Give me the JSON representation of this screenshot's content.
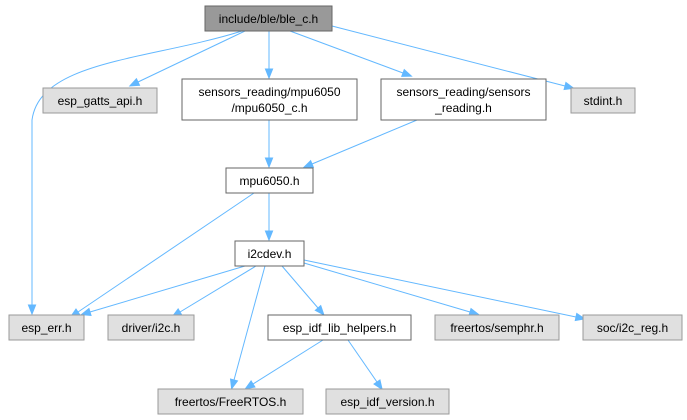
{
  "nodes": {
    "ble_c": {
      "label": "include/ble/ble_c.h",
      "kind": "root"
    },
    "esp_gatts_api": {
      "label": "esp_gatts_api.h",
      "kind": "external"
    },
    "mpu6050_c": {
      "label": "sensors_reading/mpu6050/mpu6050_c.h",
      "lines": [
        "sensors_reading/mpu6050",
        "/mpu6050_c.h"
      ],
      "kind": "local"
    },
    "sensors_reading": {
      "label": "sensors_reading/sensors_reading.h",
      "lines": [
        "sensors_reading/sensors",
        "_reading.h"
      ],
      "kind": "local"
    },
    "stdint": {
      "label": "stdint.h",
      "kind": "external"
    },
    "mpu6050": {
      "label": "mpu6050.h",
      "kind": "local"
    },
    "i2cdev": {
      "label": "i2cdev.h",
      "kind": "local"
    },
    "esp_err": {
      "label": "esp_err.h",
      "kind": "external"
    },
    "driver_i2c": {
      "label": "driver/i2c.h",
      "kind": "external"
    },
    "esp_idf_lib_helpers": {
      "label": "esp_idf_lib_helpers.h",
      "kind": "local"
    },
    "freertos_semphr": {
      "label": "freertos/semphr.h",
      "kind": "external"
    },
    "soc_i2c_reg": {
      "label": "soc/i2c_reg.h",
      "kind": "external"
    },
    "freertos_FreeRTOS": {
      "label": "freertos/FreeRTOS.h",
      "kind": "external"
    },
    "esp_idf_version": {
      "label": "esp_idf_version.h",
      "kind": "external"
    }
  },
  "edges": [
    [
      "ble_c",
      "esp_err"
    ],
    [
      "ble_c",
      "esp_gatts_api"
    ],
    [
      "ble_c",
      "mpu6050_c"
    ],
    [
      "ble_c",
      "sensors_reading"
    ],
    [
      "ble_c",
      "stdint"
    ],
    [
      "mpu6050_c",
      "mpu6050"
    ],
    [
      "sensors_reading",
      "mpu6050"
    ],
    [
      "mpu6050",
      "esp_err"
    ],
    [
      "mpu6050",
      "i2cdev"
    ],
    [
      "i2cdev",
      "esp_err"
    ],
    [
      "i2cdev",
      "driver_i2c"
    ],
    [
      "i2cdev",
      "esp_idf_lib_helpers"
    ],
    [
      "i2cdev",
      "freertos_semphr"
    ],
    [
      "i2cdev",
      "soc_i2c_reg"
    ],
    [
      "i2cdev",
      "freertos_FreeRTOS"
    ],
    [
      "esp_idf_lib_helpers",
      "freertos_FreeRTOS"
    ],
    [
      "esp_idf_lib_helpers",
      "esp_idf_version"
    ]
  ],
  "colors": {
    "edge": "#63b8ff",
    "root_fill": "#999999",
    "local_fill": "#ffffff",
    "external_fill": "#e0e0e0"
  }
}
